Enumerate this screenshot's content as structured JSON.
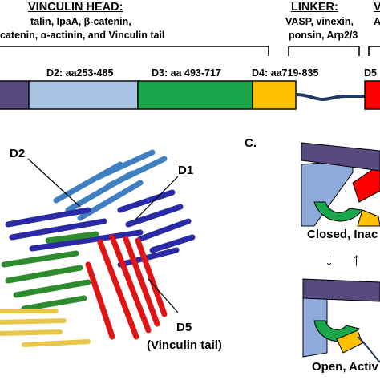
{
  "head_section": {
    "title": "VINCULIN HEAD:",
    "line1": "talin, IpaA, β-catenin,",
    "line2": "catenin, α-actinin, and Vinculin tail"
  },
  "linker_section": {
    "title": "LINKER:",
    "line1": "VASP, vinexin,",
    "line2": "ponsin, Arp2/3"
  },
  "cut_off_right": {
    "title_fragment": "V",
    "line_fragment": "A"
  },
  "domain_bar": {
    "labels": {
      "d2": "D2: aa253-485",
      "d3": "D3: aa 493-717",
      "d4": "D4: aa719-835",
      "d5": "D5"
    },
    "colors": {
      "d1": "#574a7e",
      "d2": "#a9c4e2",
      "d3": "#1aa64a",
      "d4": "#ffc000",
      "linker": "#1f3864",
      "d5": "#ff0000"
    }
  },
  "structure_panel": {
    "labels": {
      "d2": "D2",
      "d1": "D1",
      "d5": "D5",
      "d5_note": "(Vinculin tail)"
    }
  },
  "panel_c": {
    "letter": "C.",
    "closed_state": "Closed, Inac",
    "open_state": "Open, Activ",
    "arrow_down": "↓",
    "arrow_up": "↑"
  }
}
